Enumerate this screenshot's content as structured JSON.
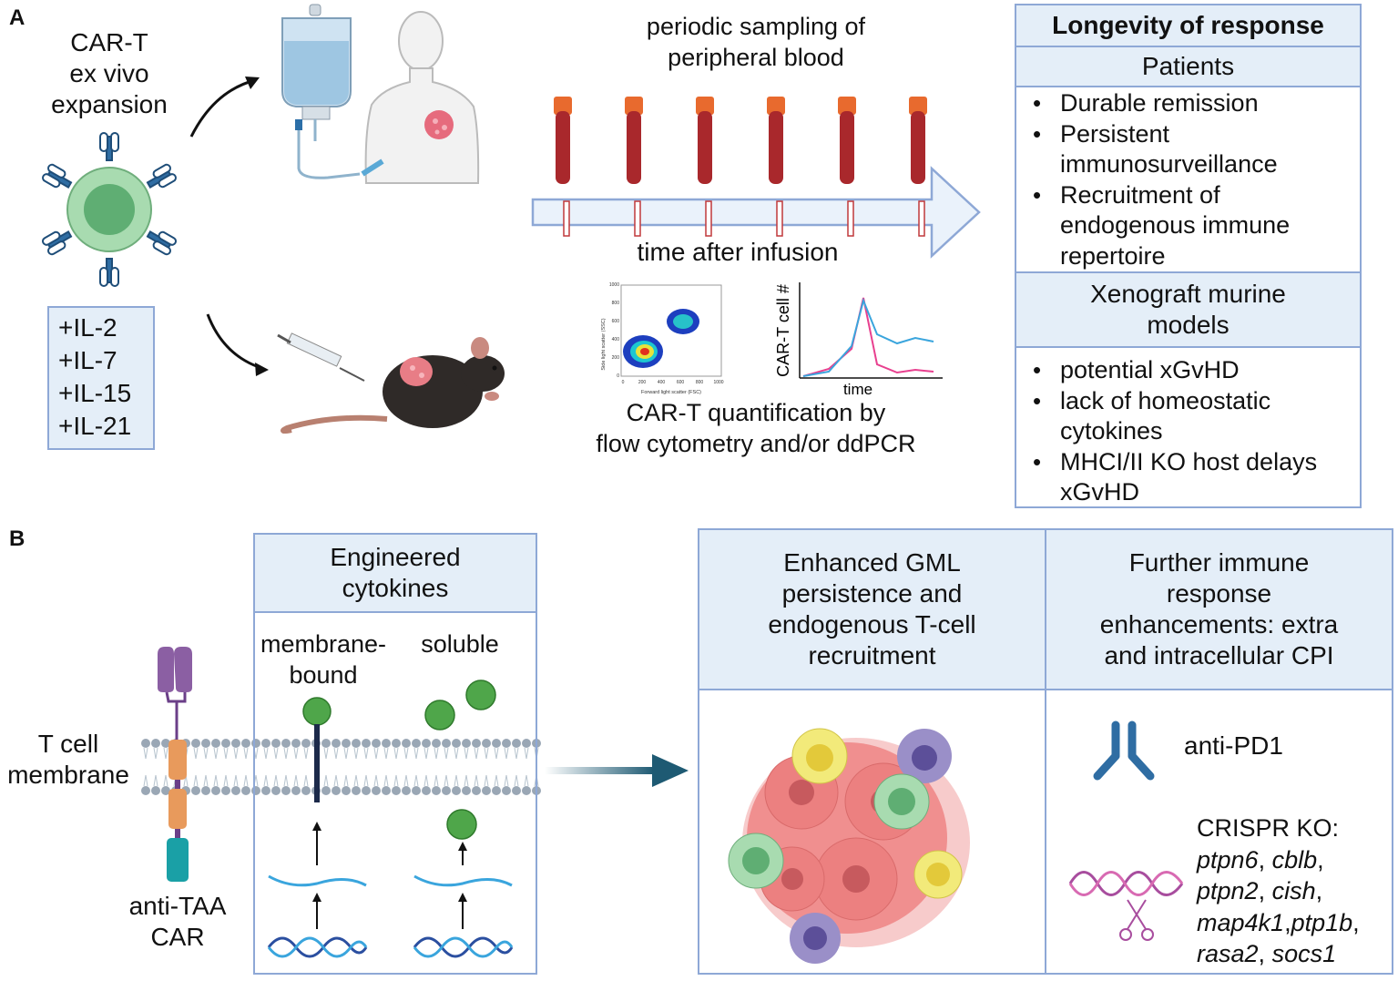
{
  "panel_labels": {
    "a": "A",
    "b": "B"
  },
  "panel_a": {
    "cart_expansion": [
      "CAR-T",
      "ex vivo",
      "expansion"
    ],
    "cytokines": [
      "+IL-2",
      "+IL-7",
      "+IL-15",
      "+IL-21"
    ],
    "sampling_title": [
      "periodic sampling of",
      "peripheral blood"
    ],
    "time_label": "time after infusion",
    "flow_axes": {
      "ylabel": "Side light scatter (SSC)",
      "xlabel": "Forward light scatter (FSC)",
      "xticks": [
        "0",
        "200",
        "400",
        "600",
        "800",
        "1000"
      ],
      "yticks": [
        "0",
        "200",
        "400",
        "600",
        "800",
        "1000"
      ]
    },
    "kinetics_axes": {
      "ylabel": "CAR-T cell #",
      "xlabel": "time"
    },
    "quant_caption": [
      "CAR-T quantification by",
      "flow cytometry and/or ddPCR"
    ],
    "longevity": {
      "title": "Longevity of response",
      "patients_header": "Patients",
      "patients_items": [
        "Durable remission",
        "Persistent immunosurveillance",
        "Recruitment of endogenous immune repertoire"
      ],
      "xeno_header": [
        "Xenograft murine",
        "models"
      ],
      "xeno_items": [
        "potential xGvHD",
        "lack of homeostatic cytokines",
        "MHCI/II KO host delays xGvHD"
      ]
    }
  },
  "panel_b": {
    "membrane_label": [
      "T cell",
      "membrane"
    ],
    "car_label": [
      "anti-TAA",
      "CAR"
    ],
    "engineered_header": [
      "Engineered",
      "cytokines"
    ],
    "membrane_bound": [
      "membrane-",
      "bound"
    ],
    "soluble": "soluble",
    "enhanced_header": [
      "Enhanced GML",
      "persistence and",
      "endogenous T-cell",
      "recruitment"
    ],
    "further_header": [
      "Further immune",
      "response",
      "enhancements: extra",
      "and intracellular CPI"
    ],
    "anti_pd1": "anti-PD1",
    "crispr_title": "CRISPR KO:",
    "crispr_genes": [
      "ptpn6",
      "cblb",
      "ptpn2",
      "cish",
      "map4k1",
      "ptp1b",
      "rasa2",
      "socs1"
    ]
  },
  "colors": {
    "box_border": "#8ea8d6",
    "header_fill": "#e4eef8",
    "blood": "#a9282c",
    "tube_cap": "#e86a2e",
    "cell_green": "#8fcf9a",
    "car_blue": "#2f6da3",
    "cytokine_green": "#4fa64a",
    "arrow_dark": "#1e5a73",
    "line_pink": "#e8408f",
    "line_blue": "#3aa5dd"
  }
}
